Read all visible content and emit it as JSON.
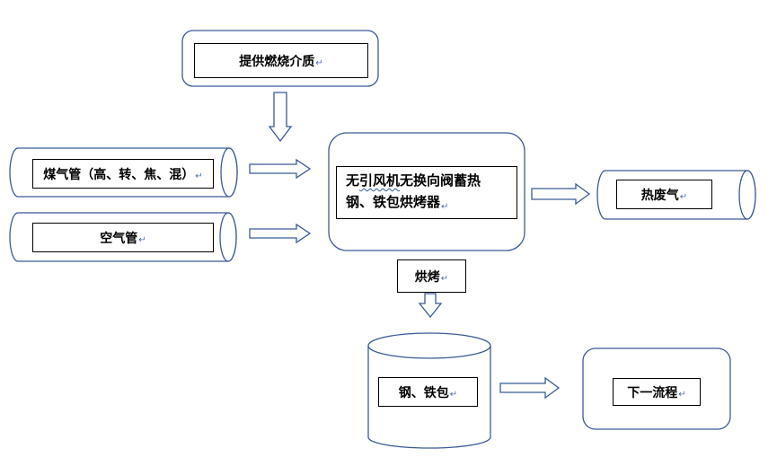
{
  "colors": {
    "stroke": "#3a5a96",
    "label_border": "#000000",
    "background": "#ffffff"
  },
  "mark": "↵",
  "nodes": {
    "combustion_medium": "提供燃烧介质",
    "gas_pipe": "煤气管（高、转、焦、混）",
    "air_pipe": "空气管",
    "heater_line1_plain": "无",
    "heater_line1_marked": "引风机",
    "heater_line1_rest": "无换向阀蓄热",
    "heater_line2": "钢、铁包烘烤器",
    "exhaust": "热废气",
    "baking": "烘烤",
    "ladle": "钢、铁包",
    "next": "下一流程"
  }
}
